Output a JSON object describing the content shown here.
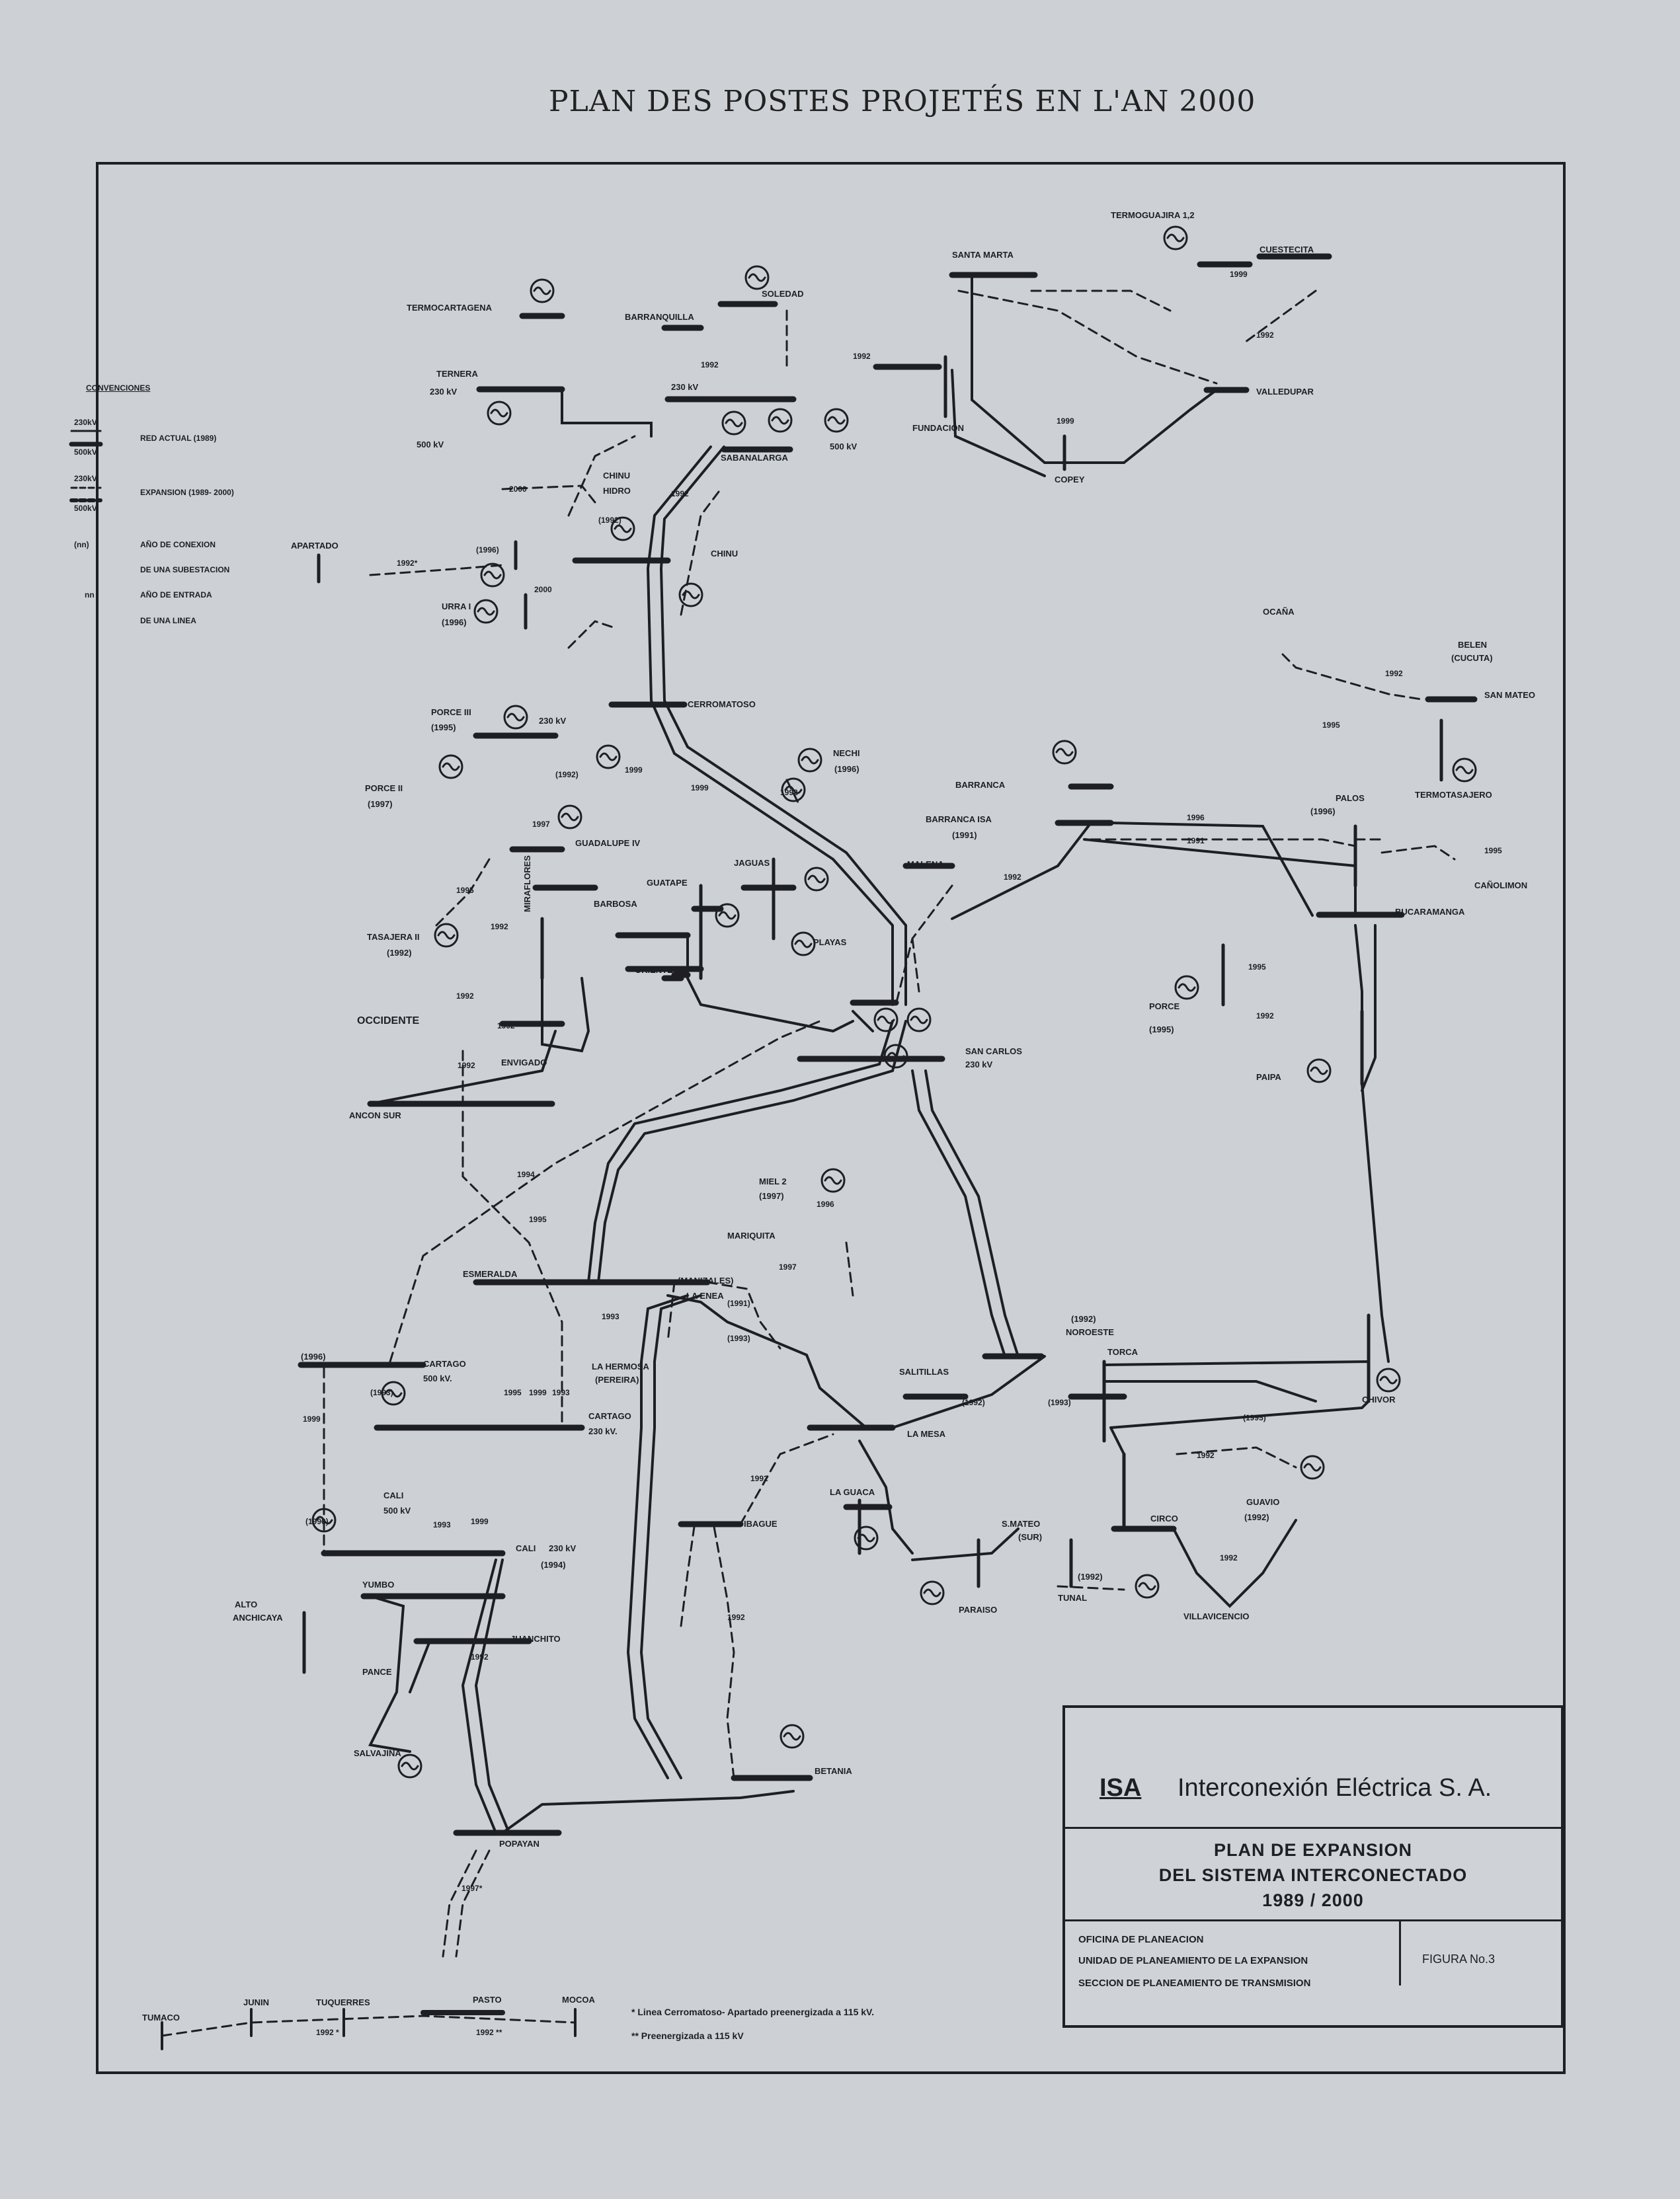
{
  "page_title": "PLAN DES POSTES PROJETÉS EN L'AN 2000",
  "conventions": {
    "heading": "CONVENCIONES",
    "v230": "230kV",
    "v500": "500kV",
    "red_actual": "RED ACTUAL (1989)",
    "expansion": "EXPANSION (1989- 2000)",
    "anio_conexion": "AÑO DE CONEXION",
    "de_subestacion": "DE UNA SUBESTACION",
    "anio_entrada": "AÑO DE ENTRADA",
    "de_linea": "DE UNA LINEA",
    "sym_bracket": "(nn)",
    "sym_plain": "nn"
  },
  "stations": {
    "termocartagena": "TERMOCARTAGENA",
    "barranquilla": "BARRANQUILLA",
    "soledad": "SOLEDAD",
    "santa_marta": "SANTA MARTA",
    "termoguajira": "TERMOGUAJIRA 1,2",
    "cuestecita": "CUESTECITA",
    "ternera": "TERNERA",
    "ternera_230": "230 kV",
    "s230_sab": "230 kV",
    "fundacion": "FUNDACION",
    "valledupar": "VALLEDUPAR",
    "v500_ternera": "500 kV",
    "sabanalarga": "SABANALARGA",
    "v500_sab": "500 kV",
    "copey": "COPEY",
    "chinu_hidro": "CHINU",
    "urra_norte": "HIDRO",
    "apartado": "APARTADO",
    "chinu": "CHINU",
    "urra": "URRA I",
    "urra_year": "(1996)",
    "cerromatoso": "CERROMATOSO",
    "ocana": "OCAÑA",
    "belen": "BELEN",
    "cucuta": "(CUCUTA)",
    "san_mateo": "SAN MATEO",
    "porce3": "PORCE III",
    "porce3_year": "(1995)",
    "porce3_230": "230 kV",
    "nechi": "NECHI",
    "nechi_year": "(1996)",
    "porce2": "PORCE II",
    "porce2_year": "(1997)",
    "barranca": "BARRANCA",
    "palos": "PALOS",
    "palos_year": "(1996)",
    "termotasajero": "TERMOTASAJERO",
    "guadalupe4": "GUADALUPE IV",
    "barranca_isa": "BARRANCA ISA",
    "barranca_isa_year": "(1991)",
    "malena": "MALENA",
    "canolimon": "CAÑOLIMON",
    "guatape": "GUATAPE",
    "jaguas": "JAGUAS",
    "barbosa": "BARBOSA",
    "bucaramanga": "BUCARAMANGA",
    "tasajera": "TASAJERA II",
    "tasajera_year": "(1992)",
    "miraflores": "MIRAFLORES",
    "playas": "PLAYAS",
    "oriente": "ORIENTE",
    "occidente": "OCCIDENTE",
    "porce": "PORCE",
    "porce_year": "(1995)",
    "envigado": "ENVIGADO",
    "san_carlos": "SAN CARLOS",
    "san_carlos_230": "230 kV",
    "paipa": "PAIPA",
    "ancon_sur": "ANCON SUR",
    "miel2": "MIEL 2",
    "miel2_year": "(1997)",
    "mariquita": "MARIQUITA",
    "esmeralda": "ESMERALDA",
    "manizales": "(MANIZALES)",
    "la_enea": "LA ENEA",
    "noroeste_year": "(1992)",
    "noroeste": "NOROESTE",
    "cartago_year": "(1996)",
    "cartago500": "CARTAGO",
    "cartago500_kv": "500 kV.",
    "la_hermosa": "LA HERMOSA",
    "pereira": "(PEREIRA)",
    "salitillas": "SALITILLAS",
    "torca": "TORCA",
    "chivor": "CHIVOR",
    "cartago230": "CARTAGO",
    "cartago230_kv": "230 kV.",
    "la_mesa": "LA MESA",
    "cali500": "CALI",
    "cali500_kv": "500 kV",
    "la_guaca": "LA GUACA",
    "ibague": "IBAGUE",
    "s_mateo_sur": "S.MATEO",
    "sur": "(SUR)",
    "circo": "CIRCO",
    "guavio": "GUAVIO",
    "guavio_year": "(1992)",
    "cali230": "CALI",
    "cali230_kv": "230 kV",
    "cali_year": "(1994)",
    "tunal": "TUNAL",
    "tunal_year": "(1992)",
    "paraiso": "PARAISO",
    "villavicencio": "VILLAVICENCIO",
    "yumbo": "YUMBO",
    "alto_anchicaya": "ALTO",
    "anchicaya": "ANCHICAYA",
    "juanchito": "JUANCHITO",
    "pance": "PANCE",
    "salvajina": "SALVAJINA",
    "betania": "BETANIA",
    "popayan": "POPAYAN",
    "tumaco": "TUMACO",
    "junin": "JUNIN",
    "tuquerres": "TUQUERRES",
    "pasto": "PASTO",
    "mocoa": "MOCOA"
  },
  "years": {
    "y1992_a": "1992",
    "y1992_b": "1992",
    "y1992_c": "1992",
    "y1995": "1995",
    "y1999_a": "1999",
    "y1999_b": "1999",
    "y2000_a": "2000",
    "y2000_b": "2000",
    "y1992_ap": "1992*",
    "y1996_urra": "(1996)",
    "y1992_ch": "1992",
    "y1999_p": "1999",
    "y1992_p": "(1992)",
    "y1997_g": "1997",
    "y1996_m": "1996",
    "y1992_mal": "1992",
    "y1996_b": "1996",
    "y1991_b": "1991",
    "y1995_c": "1995",
    "y1992_n": "1992",
    "y1995_oc": "1995",
    "y1999_cu": "1999",
    "y1992_oc": "1992",
    "y1995_t": "1995",
    "y1992_m": "1992",
    "y1992_en": "1992",
    "y1992_env": "1992",
    "y1995_pa": "1995",
    "y1992_pai": "1992",
    "y1994": "1994",
    "y1995_an": "1995",
    "y1997_m": "1997",
    "y1991_e": "(1991)",
    "y1993": "(1993)",
    "y1992_h": "1992",
    "y1999_c": "1999",
    "y1993_c": "(1993)",
    "y1992_sal": "(1992)",
    "y1993_t": "(1993)",
    "y1995_to": "(1995)",
    "y1992_g": "1992",
    "y1992_cir": "1992",
    "y1992_bet": "1992",
    "y1992_la": "1992",
    "y1997_pop": "1997*",
    "y1992_tu": "1992 *",
    "y1992_pa": "1992 **",
    "y1996_ca": "(1996)",
    "y1993_cali": "1993",
    "y1999_cali": "1999",
    "y1992_cali2": "1992",
    "y1995_cart": "1995",
    "y1999_cart": "1999",
    "y1993_cart": "1993",
    "y1993_pop": "1993",
    "y1992_cali1": "(1992)",
    "y1996_miel": "1996"
  },
  "notes": {
    "n1": "* Linea Cerromatoso- Apartado preenergizada a 115 kV.",
    "n2": "** Preenergizada a 115 kV"
  },
  "title_block": {
    "isa": "ISA",
    "company": "Interconexión Eléctrica S. A.",
    "plan1": "PLAN DE EXPANSION",
    "plan2": "DEL SISTEMA INTERCONECTADO",
    "plan3": "1989 / 2000",
    "oficina": "OFICINA DE PLANEACION",
    "unidad": "UNIDAD DE PLANEAMIENTO DE LA EXPANSION",
    "seccion": "SECCION DE PLANEAMIENTO DE TRANSMISION",
    "figura": "FIGURA No.3"
  },
  "colors": {
    "ink": "#1d1f24",
    "paper": "#cdd1d6"
  }
}
